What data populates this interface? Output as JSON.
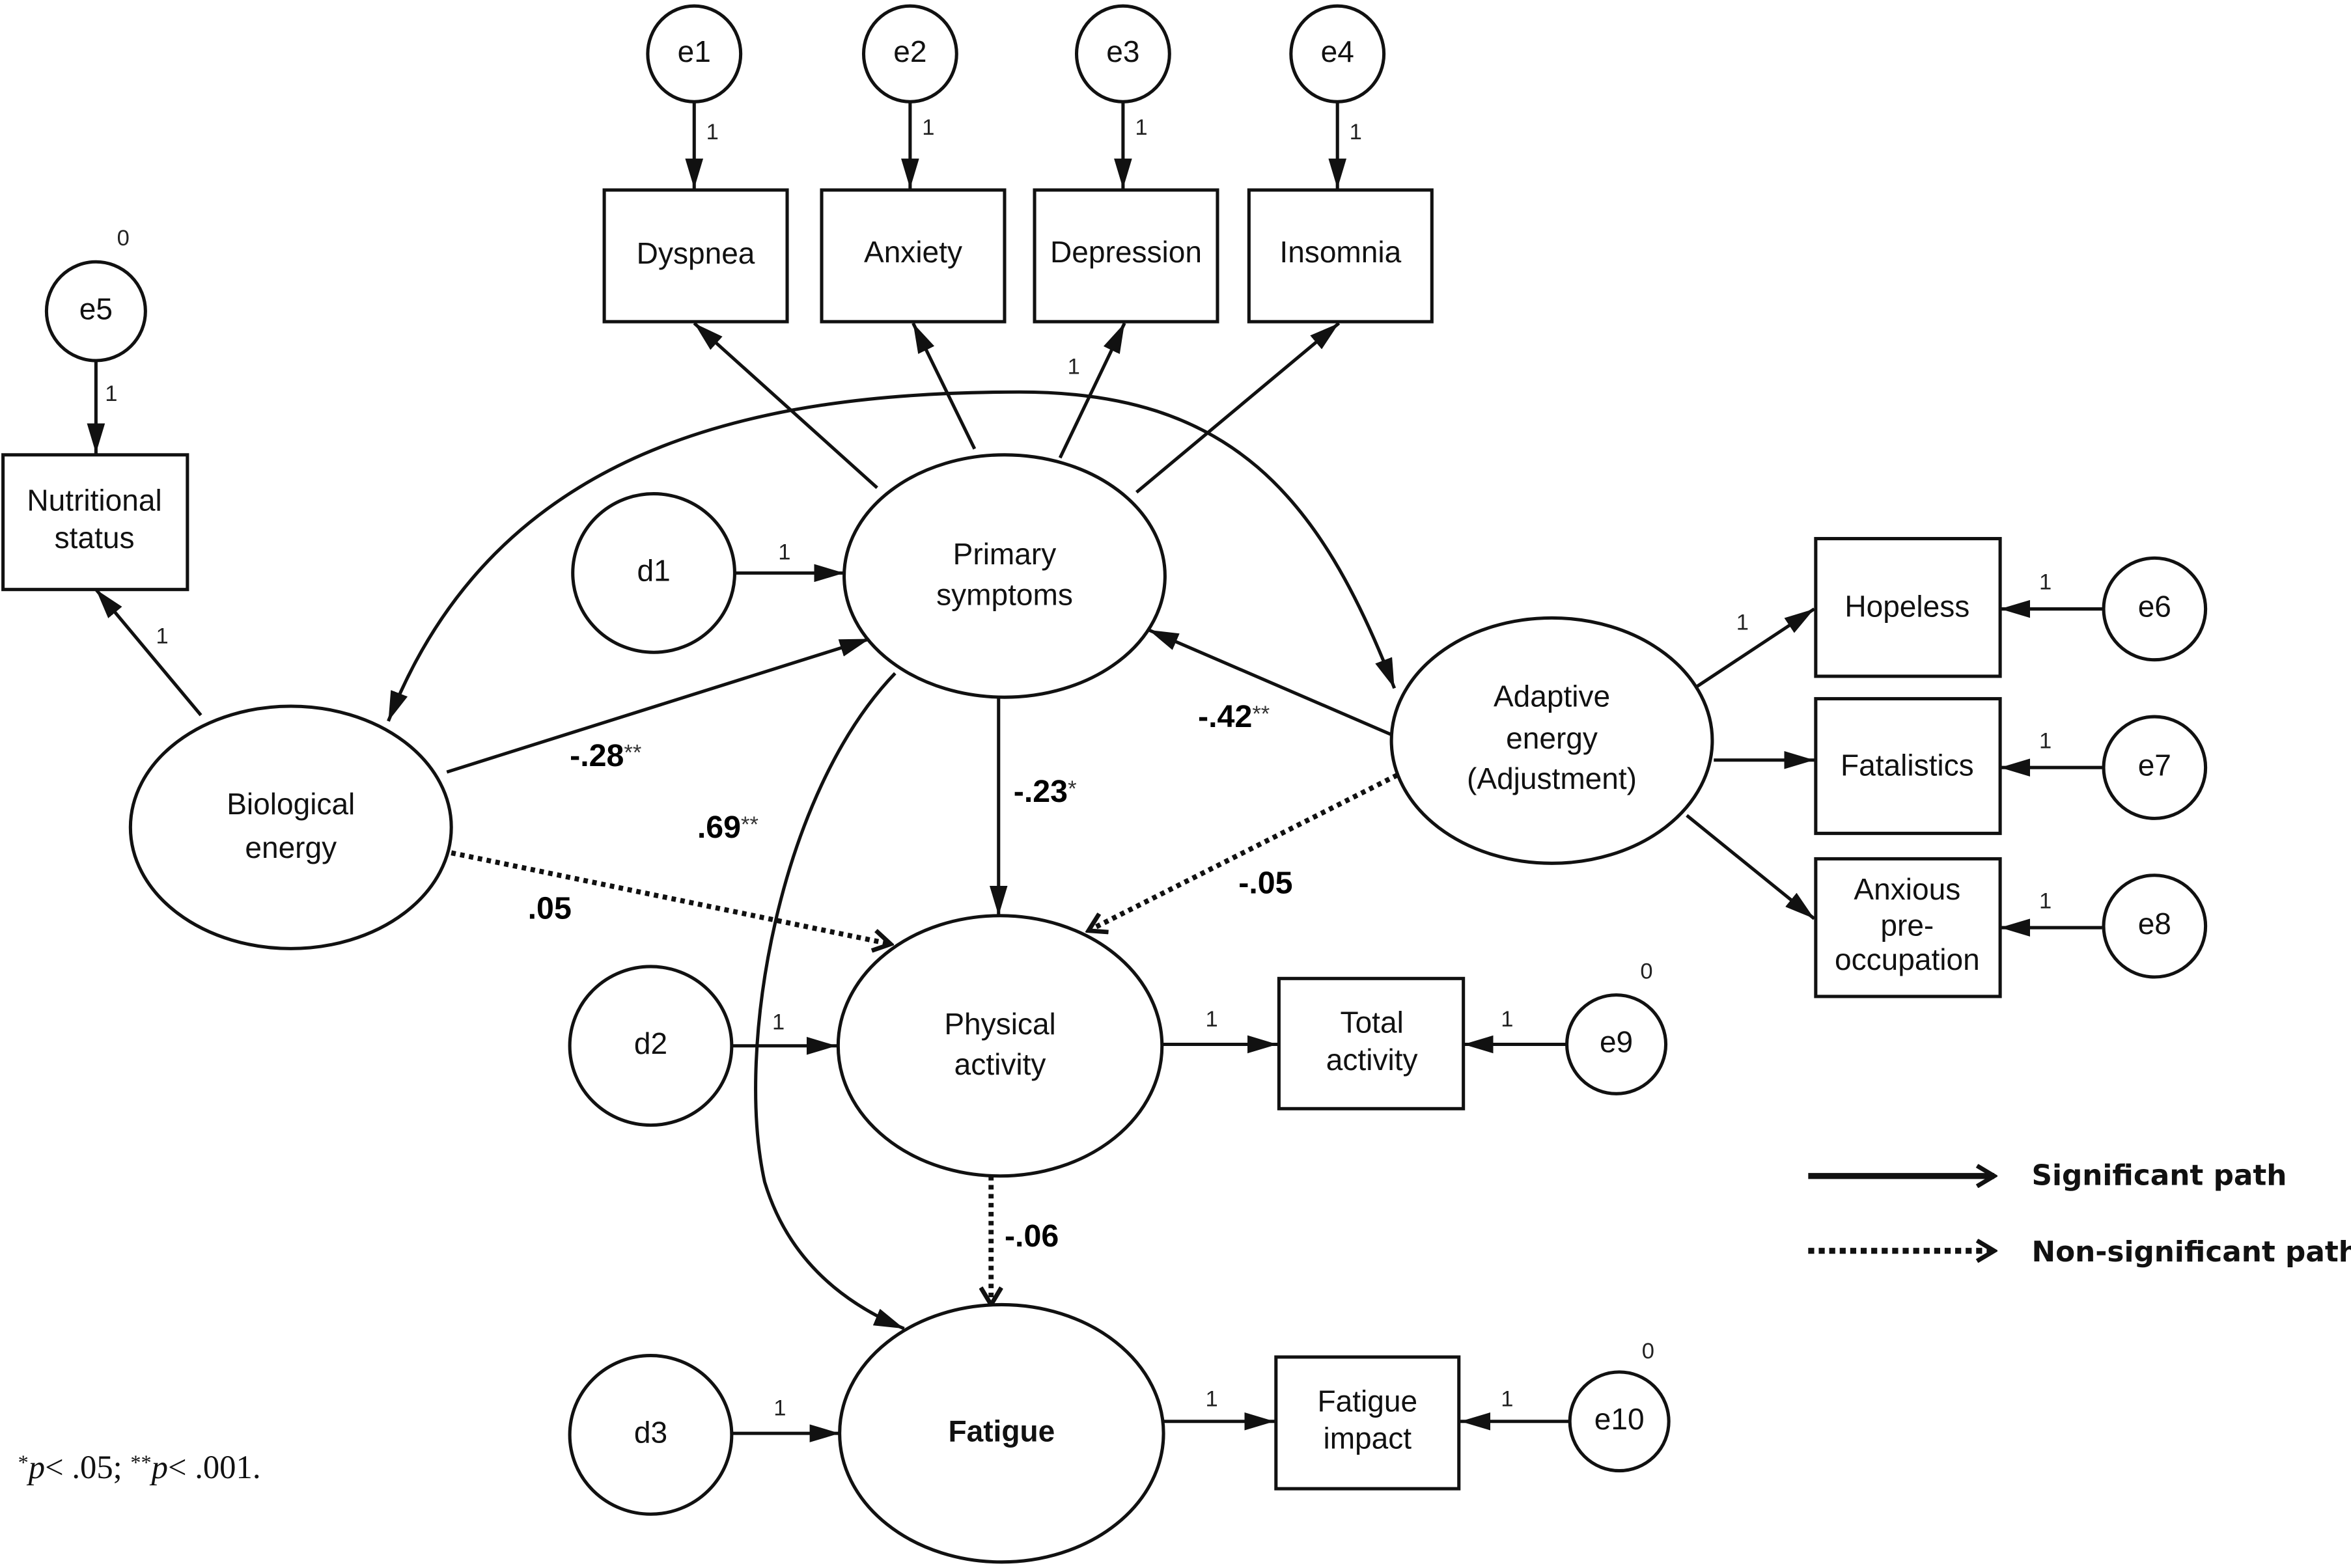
{
  "nodes": {
    "e1": {
      "label": "e1",
      "type": "error"
    },
    "e2": {
      "label": "e2",
      "type": "error"
    },
    "e3": {
      "label": "e3",
      "type": "error"
    },
    "e4": {
      "label": "e4",
      "type": "error"
    },
    "e5": {
      "label": "e5",
      "type": "error",
      "note": "0"
    },
    "e6": {
      "label": "e6",
      "type": "error"
    },
    "e7": {
      "label": "e7",
      "type": "error"
    },
    "e8": {
      "label": "e8",
      "type": "error"
    },
    "e9": {
      "label": "e9",
      "type": "error",
      "note": "0"
    },
    "e10": {
      "label": "e10",
      "type": "error",
      "note": "0"
    },
    "d1": {
      "label": "d1",
      "type": "disturbance"
    },
    "d2": {
      "label": "d2",
      "type": "disturbance"
    },
    "d3": {
      "label": "d3",
      "type": "disturbance"
    },
    "dyspnea": {
      "label": "Dyspnea",
      "type": "observed"
    },
    "anxiety": {
      "label": "Anxiety",
      "type": "observed"
    },
    "depression": {
      "label": "Depression",
      "type": "observed"
    },
    "insomnia": {
      "label": "Insomnia",
      "type": "observed"
    },
    "nutritional": {
      "lines": [
        "Nutritional",
        "status"
      ],
      "type": "observed"
    },
    "hopeless": {
      "label": "Hopeless",
      "type": "observed"
    },
    "fatalistics": {
      "label": "Fatalistics",
      "type": "observed"
    },
    "anxious": {
      "lines": [
        "Anxious",
        "pre-",
        "occupation"
      ],
      "type": "observed"
    },
    "total_activity": {
      "lines": [
        "Total",
        "activity"
      ],
      "type": "observed"
    },
    "fatigue_impact": {
      "lines": [
        "Fatigue",
        "impact"
      ],
      "type": "observed"
    },
    "primary": {
      "lines": [
        "Primary",
        "symptoms"
      ],
      "type": "latent"
    },
    "biological": {
      "lines": [
        "Biological",
        "energy"
      ],
      "type": "latent"
    },
    "adaptive": {
      "lines": [
        "Adaptive",
        "energy",
        "(Adjustment)"
      ],
      "type": "latent"
    },
    "physical": {
      "lines": [
        "Physical",
        "activity"
      ],
      "type": "latent"
    },
    "fatigue": {
      "label": "Fatigue",
      "type": "latent"
    }
  },
  "fixed_loadings": {
    "e1_dyspnea": "1",
    "e2_anxiety": "1",
    "e3_depression": "1",
    "e4_insomnia": "1",
    "e5_nutritional": "1",
    "primary_depression": "1",
    "biological_nutritional": "1",
    "d1_primary": "1",
    "adaptive_hopeless": "1",
    "e6_hopeless": "1",
    "e7_fatalistics": "1",
    "e8_anxious": "1",
    "d2_physical": "1",
    "physical_total": "1",
    "e9_total": "1",
    "d3_fatigue": "1",
    "fatigue_impact": "1",
    "e10_fatigue_impact": "1"
  },
  "paths": [
    {
      "id": "bio_primary",
      "from": "Biological energy",
      "to": "Primary symptoms",
      "value": "-.28",
      "sig": "**",
      "significant": true
    },
    {
      "id": "adaptive_primary",
      "from": "Adaptive energy",
      "to": "Primary symptoms",
      "value": "-.42",
      "sig": "**",
      "significant": true
    },
    {
      "id": "primary_physical",
      "from": "Primary symptoms",
      "to": "Physical activity",
      "value": "-.23",
      "sig": "*",
      "significant": true
    },
    {
      "id": "primary_fatigue",
      "from": "Primary symptoms",
      "to": "Fatigue",
      "value": ".69",
      "sig": "**",
      "significant": true
    },
    {
      "id": "bio_physical",
      "from": "Biological energy",
      "to": "Physical activity",
      "value": ".05",
      "sig": "",
      "significant": false
    },
    {
      "id": "adaptive_physical",
      "from": "Adaptive energy",
      "to": "Physical activity",
      "value": "-.05",
      "sig": "",
      "significant": false
    },
    {
      "id": "physical_fatigue",
      "from": "Physical activity",
      "to": "Fatigue",
      "value": "-.06",
      "sig": "",
      "significant": false
    }
  ],
  "legend": {
    "significant": "Significant path",
    "non_significant": "Non-significant path"
  },
  "footnote": {
    "s1": "*",
    "p1": "p",
    "t1": "< .05; ",
    "s2": "**",
    "p2": "p",
    "t2": "< .001."
  }
}
